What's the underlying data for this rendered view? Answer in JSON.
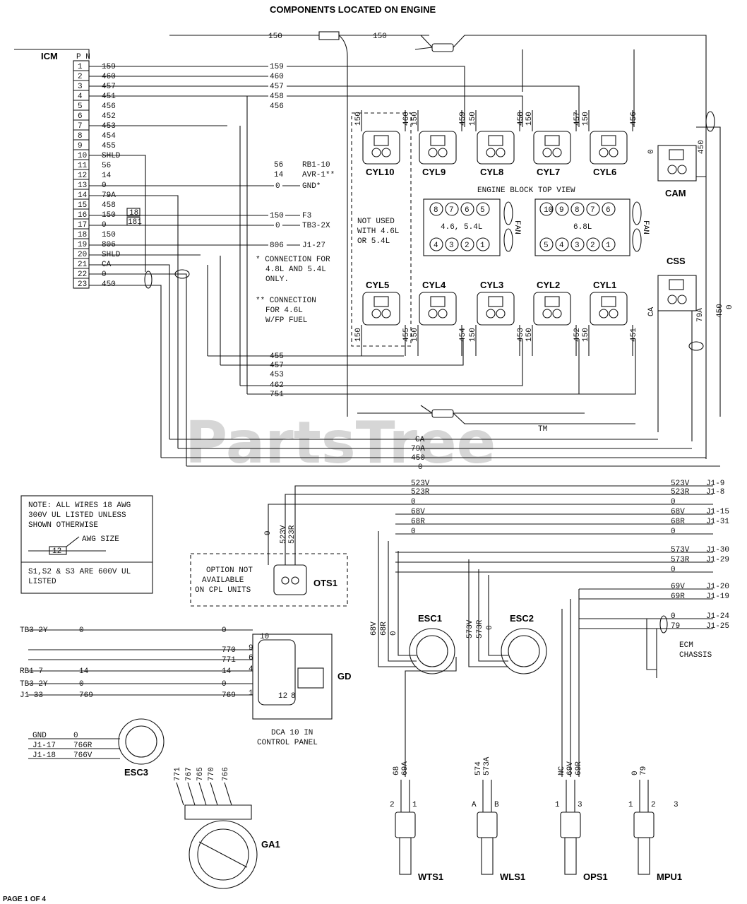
{
  "title": "COMPONENTS LOCATED ON ENGINE",
  "footer": "PAGE 1 OF 4",
  "watermark": "PartsTree",
  "watermark_tm": "TM",
  "icm": {
    "label": "ICM",
    "pin_header": "P N",
    "pins": [
      "1",
      "2",
      "3",
      "4",
      "5",
      "6",
      "7",
      "8",
      "9",
      "10",
      "11",
      "12",
      "13",
      "14",
      "15",
      "16",
      "17",
      "18",
      "19",
      "20",
      "21",
      "22",
      "23"
    ],
    "wires": [
      "159",
      "460",
      "457",
      "451",
      "456",
      "452",
      "453",
      "454",
      "455",
      "SHLD",
      "56",
      "14",
      "0",
      "79A",
      "458",
      "150",
      "0",
      "150",
      "806",
      "SHLD",
      "CA",
      "0",
      "450"
    ],
    "boxed": [
      "18",
      "181"
    ],
    "right_labels": [
      "56",
      "14",
      "0",
      "150",
      "0",
      "806"
    ],
    "dest_labels": [
      "RB1-10",
      "AVR-1**",
      "GND*",
      "F3",
      "TB3-2X",
      "J1-27"
    ]
  },
  "notes_engine": {
    "star": "* CONNECTION FOR 4.8L AND 5.4L ONLY.",
    "starstar": "** CONNECTION FOR 4.6L W/FP FUEL"
  },
  "top_wires": [
    "150",
    "150",
    "159",
    "460",
    "457",
    "458",
    "456"
  ],
  "bottom_wires": [
    "455",
    "457",
    "453",
    "462",
    "751"
  ],
  "harness_bottom": [
    "CA",
    "79A",
    "450",
    "0"
  ],
  "cylinders_top": [
    "CYL10",
    "CYL9",
    "CYL8",
    "CYL7",
    "CYL6"
  ],
  "cylinders_bottom": [
    "CYL5",
    "CYL4",
    "CYL3",
    "CYL2",
    "CYL1"
  ],
  "cyl_top_wires": [
    [
      "150",
      "460"
    ],
    [
      "150",
      "459"
    ],
    [
      "150",
      "458"
    ],
    [
      "150",
      "457"
    ],
    [
      "150",
      "456"
    ]
  ],
  "cyl_bottom_wires": [
    [
      "150",
      "455"
    ],
    [
      "150",
      "454"
    ],
    [
      "150",
      "453"
    ],
    [
      "150",
      "452"
    ],
    [
      "150",
      "451"
    ]
  ],
  "engine_block_label": "ENGINE BLOCK TOP VIEW",
  "not_used": "NOT USED WITH 4.6L OR 5.4L",
  "block_small": {
    "label": "4.6, 5.4L",
    "top": [
      "8",
      "7",
      "6",
      "5"
    ],
    "bottom": [
      "4",
      "3",
      "2",
      "1"
    ],
    "fan": "FAN"
  },
  "block_large": {
    "label": "6.8L",
    "top": [
      "10",
      "9",
      "8",
      "7",
      "6"
    ],
    "bottom": [
      "5",
      "4",
      "3",
      "2",
      "1"
    ],
    "fan": "FAN"
  },
  "cam": {
    "label": "CAM",
    "wires": [
      "0",
      "450"
    ]
  },
  "css": {
    "label": "CSS",
    "wires": [
      "CA",
      "79A",
      "450",
      "0"
    ]
  },
  "note_box": {
    "line1": "NOTE: ALL WIRES 18 AWG",
    "line2": "300V UL LISTED UNLESS",
    "line3": "SHOWN OTHERWISE",
    "awg_label": "AWG SIZE",
    "awg_val": "12",
    "line4": "S1,S2 & S3 ARE 600V UL",
    "line5": "LISTED"
  },
  "ots": {
    "label": "OTS1",
    "option": "OPTION NOT AVAILABLE ON CPL UNITS",
    "wires": [
      "0",
      "523V",
      "523R"
    ]
  },
  "right_harness": [
    {
      "wire": "523V",
      "dest": "J1-9"
    },
    {
      "wire": "523R",
      "dest": "J1-8"
    },
    {
      "wire": "0",
      "dest": ""
    },
    {
      "wire": "68V",
      "dest": "J1-15"
    },
    {
      "wire": "68R",
      "dest": "J1-31"
    },
    {
      "wire": "0",
      "dest": ""
    },
    {
      "wire": "573V",
      "dest": "J1-30"
    },
    {
      "wire": "573R",
      "dest": "J1-29"
    },
    {
      "wire": "0",
      "dest": ""
    },
    {
      "wire": "69V",
      "dest": "J1-20"
    },
    {
      "wire": "69R",
      "dest": "J1-19"
    },
    {
      "wire": "0",
      "dest": "J1-24"
    },
    {
      "wire": "79",
      "dest": "J1-25"
    }
  ],
  "left_harness_top": [
    "523V",
    "523R",
    "0",
    "68V",
    "68R",
    "0"
  ],
  "ecm_chassis": "ECM CHASSIS",
  "esc1": {
    "label": "ESC1",
    "wires": [
      "68V",
      "68R",
      "0"
    ]
  },
  "esc2": {
    "label": "ESC2",
    "wires": [
      "573V",
      "573R",
      "0"
    ]
  },
  "esc3": {
    "label": "ESC3"
  },
  "gd": {
    "label": "GD",
    "caption": "DCA 10 IN CONTROL PANEL",
    "pins": [
      "10",
      "9",
      "6",
      "4",
      "1",
      "12",
      "8"
    ]
  },
  "gd_wires": [
    {
      "src": "TB3-2Y",
      "wire": "0",
      "end": "0"
    },
    {
      "src": "",
      "wire": "",
      "end": "770"
    },
    {
      "src": "",
      "wire": "",
      "end": "771"
    },
    {
      "src": "RB1-7",
      "wire": "14",
      "end": "14"
    },
    {
      "src": "TB3-2Y",
      "wire": "0",
      "end": "0"
    },
    {
      "src": "J1-33",
      "wire": "769",
      "end": "769"
    }
  ],
  "esc3_wires": [
    {
      "src": "GND",
      "wire": "0"
    },
    {
      "src": "J1-17",
      "wire": "766R"
    },
    {
      "src": "J1-18",
      "wire": "766V"
    }
  ],
  "ga_wires": [
    "771",
    "767",
    "765",
    "770",
    "766"
  ],
  "sensors": [
    {
      "label": "WTS1",
      "wires": [
        "68",
        "69A"
      ],
      "pins": [
        "2",
        "1"
      ]
    },
    {
      "label": "WLS1",
      "wires": [
        "574",
        "573A"
      ],
      "pins": [
        "A",
        "B"
      ]
    },
    {
      "label": "OPS1",
      "wires": [
        "NC",
        "69V",
        "69R"
      ],
      "pins": [
        "1",
        "3"
      ]
    },
    {
      "label": "MPU1",
      "wires": [
        "0",
        "79"
      ],
      "pins": [
        "1",
        "2",
        "3"
      ]
    }
  ],
  "ga": {
    "label": "GA1"
  }
}
